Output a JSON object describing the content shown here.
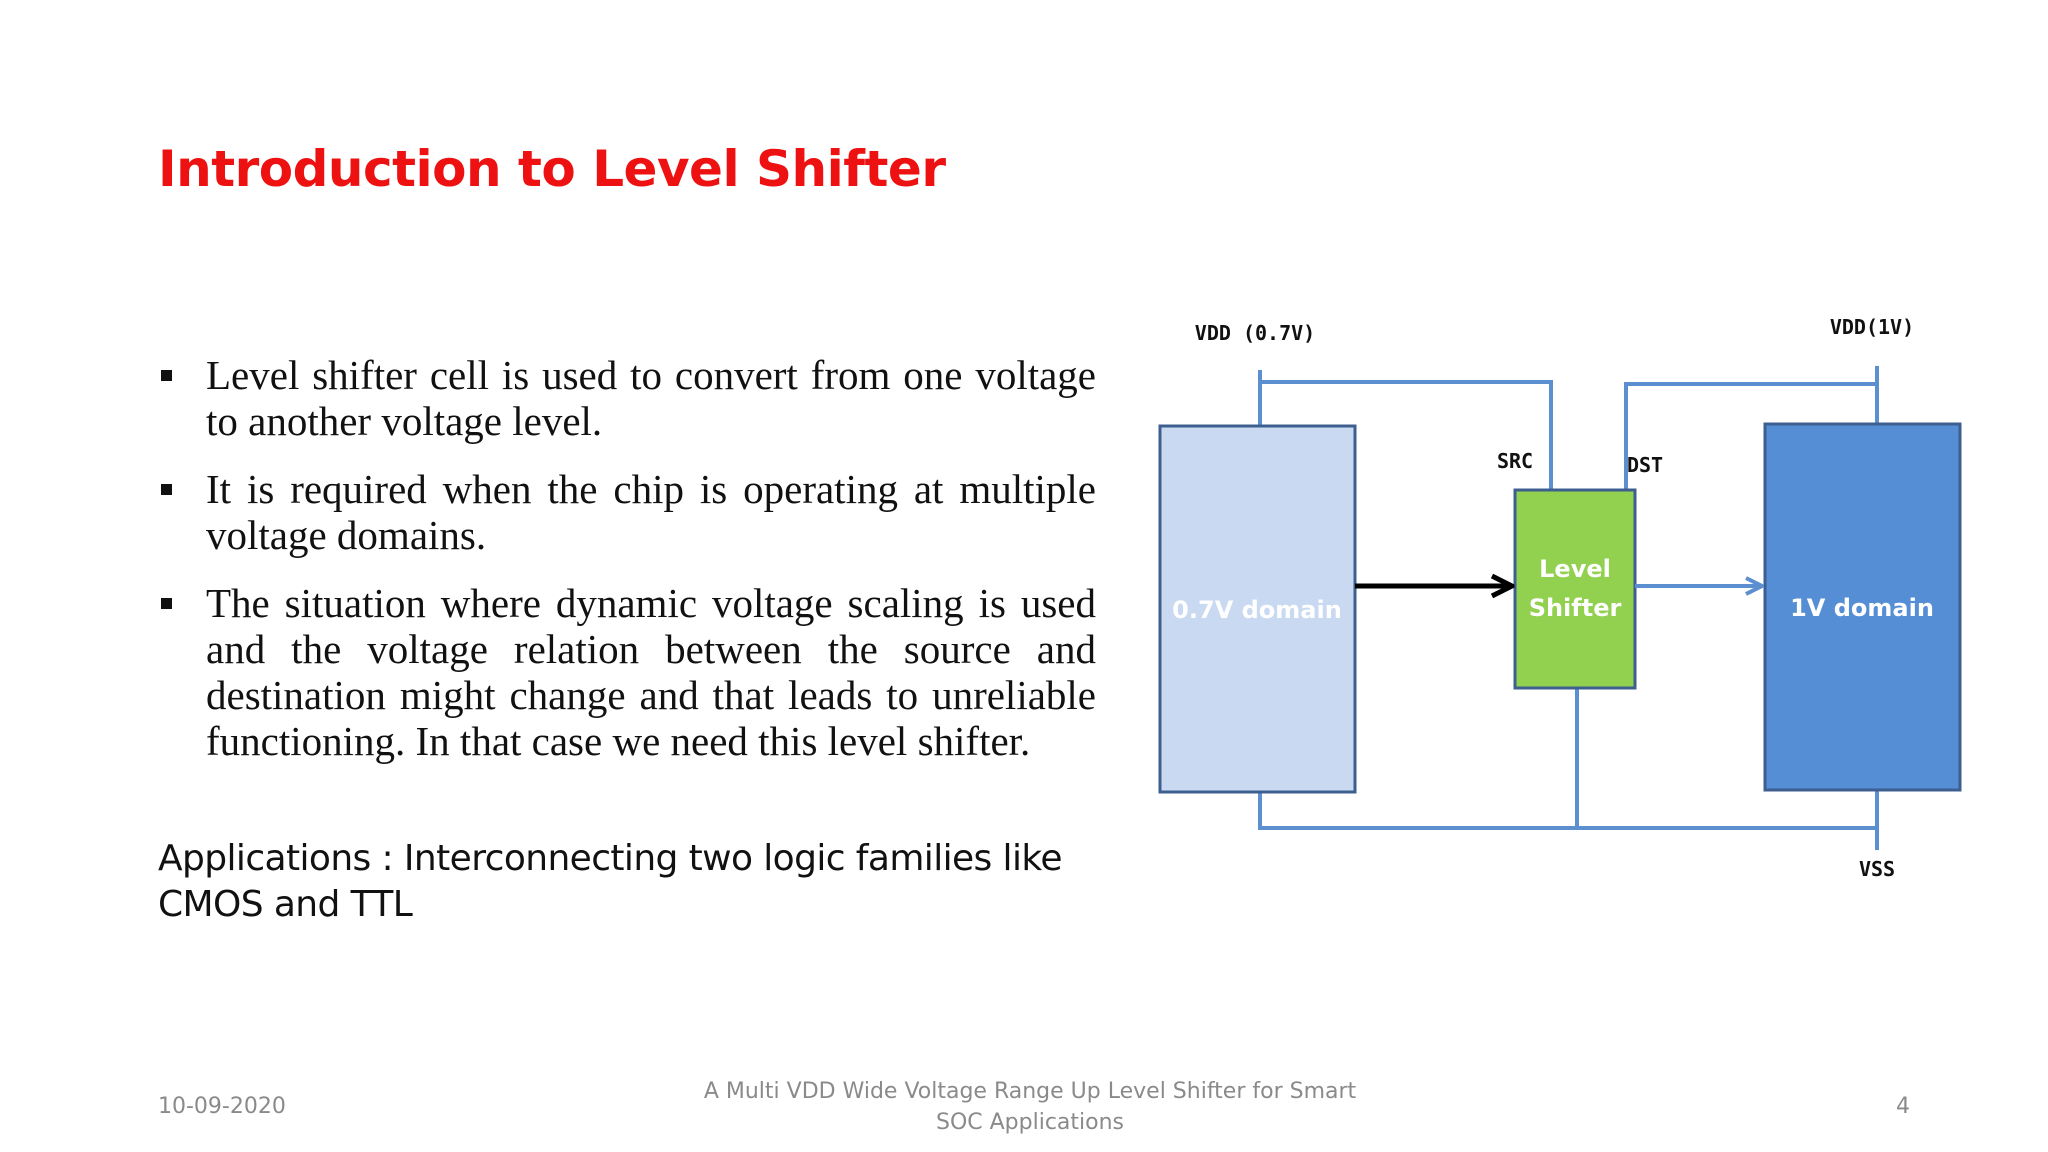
{
  "slide": {
    "title": "Introduction to Level Shifter",
    "bullets": [
      "Level shifter cell is used to convert from one voltage to another voltage level.",
      "It is required when the chip is operating at multiple voltage domains.",
      "The situation where dynamic voltage scaling is used and the voltage relation between the source and destination might change and that leads to unreliable functioning. In that case we need this level shifter."
    ],
    "applications": "Applications : Interconnecting two logic families like CMOS and TTL"
  },
  "diagram": {
    "vdd_low_label": "VDD (0.7V)",
    "vdd_high_label": "VDD(1V)",
    "src_label": "SRC",
    "dst_label": "DST",
    "vss_label": "VSS",
    "low_domain_label": "0.7V domain",
    "level_shifter_line1": "Level",
    "level_shifter_line2": "Shifter",
    "high_domain_label": "1V domain",
    "colors": {
      "low_domain_fill": "#c9d9f1",
      "high_domain_fill": "#558ed5",
      "level_shifter_fill": "#92d050",
      "wire": "#5b8fd0",
      "box_border": "#3d5f8f"
    }
  },
  "footer": {
    "date": "10-09-2020",
    "title": "A Multi VDD Wide Voltage Range Up Level Shifter for Smart SOC Applications",
    "page": "4"
  }
}
